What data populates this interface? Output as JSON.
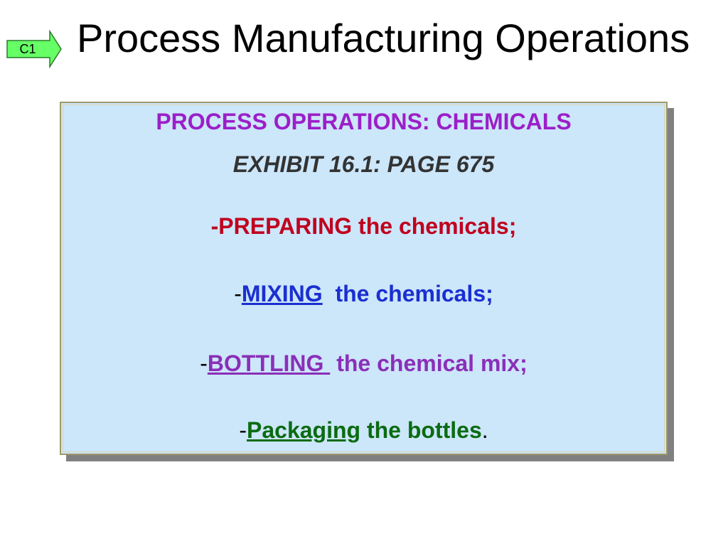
{
  "slide": {
    "badge": "C1",
    "title": "Process Manufacturing Operations"
  },
  "box": {
    "heading": "PROCESS OPERATIONS: CHEMICALS",
    "exhibit": "EXHIBIT 16.1:  PAGE 675",
    "items": [
      {
        "prefix": "-",
        "keyword": "PREPARING",
        "rest": " the chemicals;"
      },
      {
        "prefix": "-",
        "keyword": "MIXING",
        "rest": "  the chemicals;"
      },
      {
        "prefix": "-",
        "keyword": "BOTTLING ",
        "rest": " the chemical mix;"
      },
      {
        "prefix": "-",
        "keyword": "Packaging",
        "rest": " the bottles",
        "suffix": "."
      }
    ]
  },
  "colors": {
    "box_fill": "#cce6fa",
    "badge_fill": "#66ff66",
    "heading": "#9b1fc8",
    "preparing": "#c0001e",
    "mixing": "#1a2fd0",
    "bottling": "#8a2fb8",
    "packaging": "#0b6b12"
  }
}
